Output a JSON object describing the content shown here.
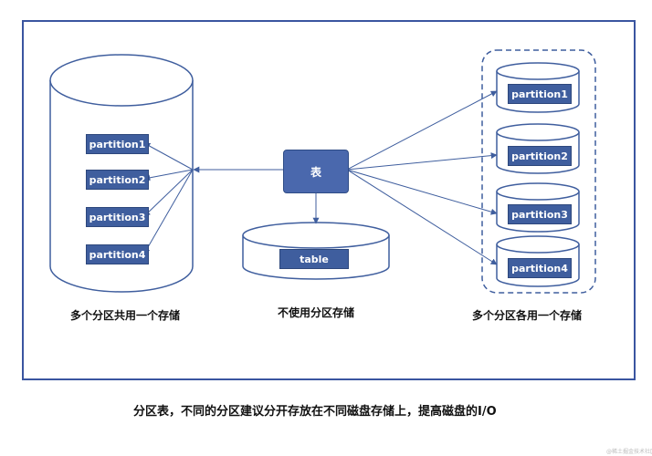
{
  "diagram": {
    "left_partitions": [
      "partition1",
      "partition2",
      "partition3",
      "partition4"
    ],
    "right_partitions": [
      "partition1",
      "partition2",
      "partition3",
      "partition4"
    ],
    "table_node_label": "表",
    "table_cylinder_label": "table",
    "left_caption": "多个分区共用一个存储",
    "middle_caption": "不使用分区存储",
    "right_caption": "多个分区各用一个存储",
    "bottom_caption": "分区表，不同的分区建议分开存放在不同磁盘存储上，提高磁盘的I/O",
    "watermark": "@稀土掘金技术社区"
  },
  "colors": {
    "frame": "#3a55a0",
    "node_fill": "#3f5e9e",
    "cylinder_stroke": "#3f5e9e",
    "arrow": "#3f5e9e"
  }
}
